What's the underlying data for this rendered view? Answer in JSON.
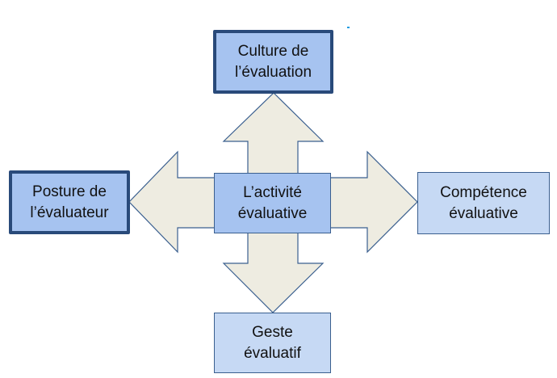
{
  "center": {
    "line1": "L’activité",
    "line2": "évaluative"
  },
  "top": {
    "line1": "Culture de",
    "line2": "l’évaluation"
  },
  "left": {
    "line1": "Posture de",
    "line2": "l’évaluateur"
  },
  "right": {
    "line1": "Compétence",
    "line2": "évaluative"
  },
  "bottom": {
    "line1": "Geste",
    "line2": "évaluatif"
  },
  "colors": {
    "arrow_fill": "#eeece1",
    "arrow_stroke": "#3a5f8f",
    "box_strong": "#a6c3f0",
    "box_light": "#c6d9f4",
    "border_dark": "#294a7a"
  }
}
